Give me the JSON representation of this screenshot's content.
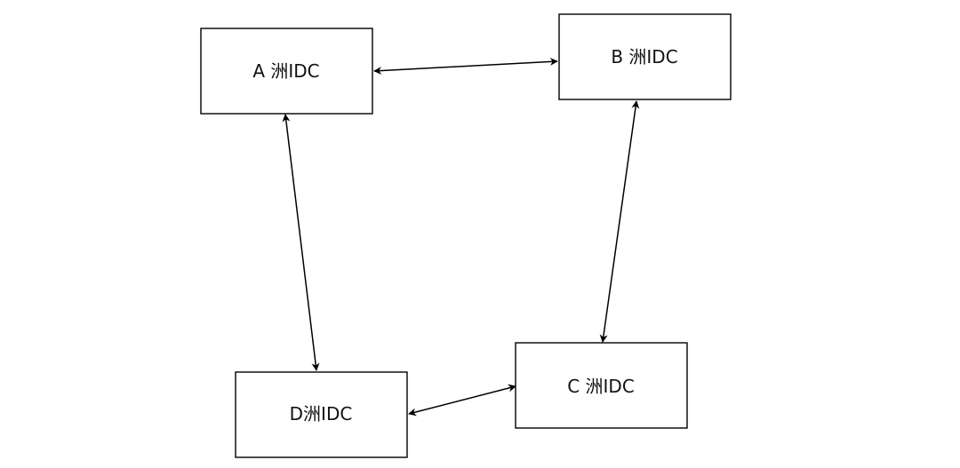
{
  "colors": {
    "stroke": "#000000",
    "fill": "#ffffff",
    "text": "#111111"
  },
  "nodes": [
    {
      "id": "A",
      "label": "A 洲IDC"
    },
    {
      "id": "B",
      "label": "B 洲IDC"
    },
    {
      "id": "C",
      "label": "C 洲IDC"
    },
    {
      "id": "D",
      "label": "D洲IDC"
    }
  ],
  "edges": [
    {
      "from": "A",
      "to": "B",
      "direction": "both"
    },
    {
      "from": "B",
      "to": "C",
      "direction": "both"
    },
    {
      "from": "A",
      "to": "D",
      "direction": "both"
    },
    {
      "from": "D",
      "to": "C",
      "direction": "both"
    }
  ]
}
